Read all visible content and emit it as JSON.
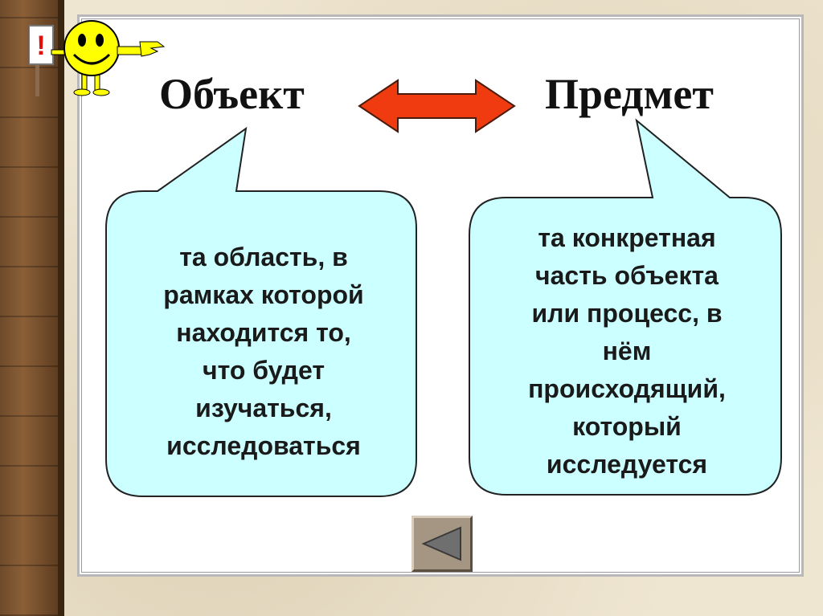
{
  "slide": {
    "object_title": "Объект",
    "subject_title": "Предмет",
    "object_definition": "та область, в\nрамках которой\nнаходится то,\nчто будет\nизучаться,\nисследоваться",
    "subject_definition": "та конкретная\nчасть объекта\nили процесс, в\nнём\nпроисходящий,\nкоторый\nисследуется",
    "mascot_sign_text": "!"
  },
  "colors": {
    "arrow": "#f03a10",
    "bubble_fill": "#ccffff",
    "button_fill": "#a49682",
    "button_triangle": "#6f6f6f",
    "mascot_face": "#ffff00"
  },
  "icons": {
    "mascot": "smiley-pointing-icon",
    "double_arrow": "double-arrow-icon",
    "back": "triangle-left-icon"
  }
}
